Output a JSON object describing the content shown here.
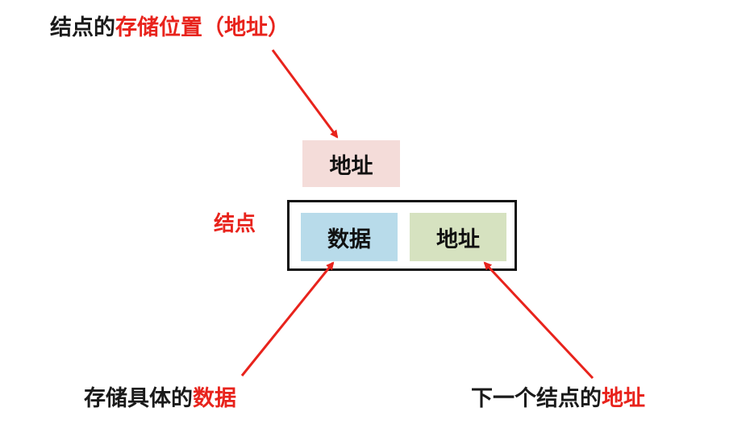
{
  "captions": {
    "top": {
      "plain": "结点的",
      "highlight": "存储位置（地址）"
    },
    "node": "结点",
    "bottom_left": {
      "plain": "存储具体的",
      "highlight": "数据"
    },
    "bottom_right": {
      "plain": "下一个结点的",
      "highlight": "地址"
    }
  },
  "boxes": {
    "address": "地址",
    "data": "数据",
    "next_address": "地址"
  },
  "colors": {
    "highlight_red": "#e8231c",
    "address_box": "#f4dcd9",
    "data_cell": "#b8dbea",
    "next_address_cell": "#d6e2c0"
  }
}
